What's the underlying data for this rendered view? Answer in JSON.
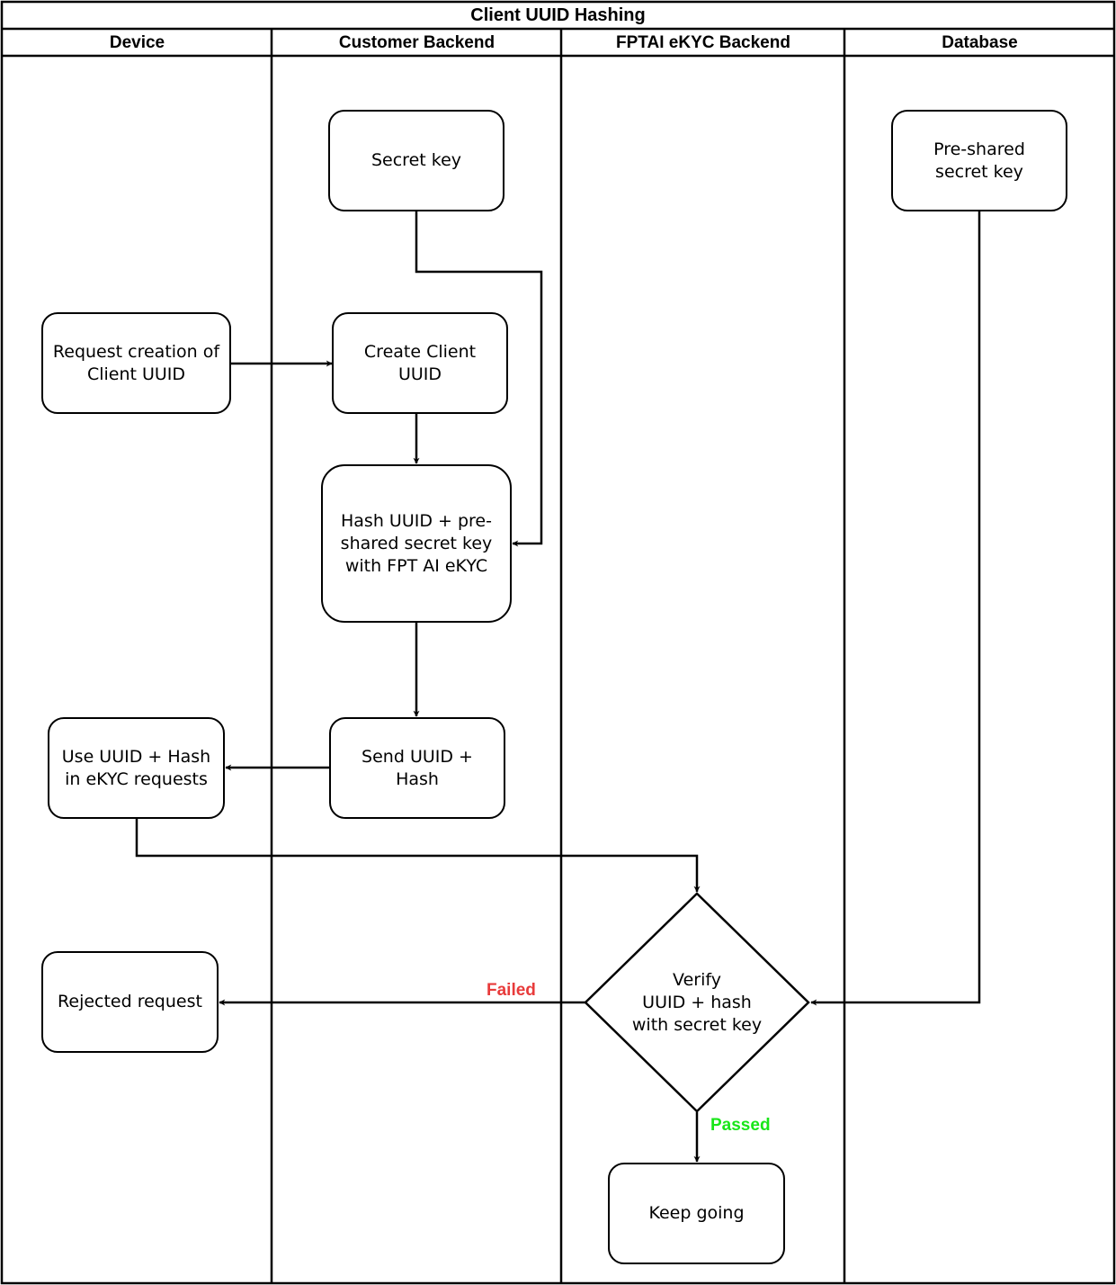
{
  "diagram": {
    "title": "Client UUID Hashing",
    "lanes": [
      "Device",
      "Customer Backend",
      "FPTAI eKYC Backend",
      "Database"
    ],
    "nodes": {
      "secret_key": "Secret key",
      "pre_shared_secret_key": "Pre-shared\nsecret key",
      "request_creation": "Request creation of\nClient UUID",
      "create_client_uuid": "Create Client\nUUID",
      "hash_uuid": "Hash UUID + pre-\nshared secret key\nwith FPT AI eKYC",
      "use_uuid_hash": "Use UUID + Hash\nin eKYC requests",
      "send_uuid_hash": "Send UUID +\nHash",
      "verify": "Verify\nUUID + hash\nwith secret key",
      "rejected_request": "Rejected request",
      "keep_going": "Keep going"
    },
    "edge_labels": {
      "failed": "Failed",
      "passed": "Passed"
    },
    "colors": {
      "failed": "#e83b3b",
      "passed": "#19e619"
    }
  }
}
